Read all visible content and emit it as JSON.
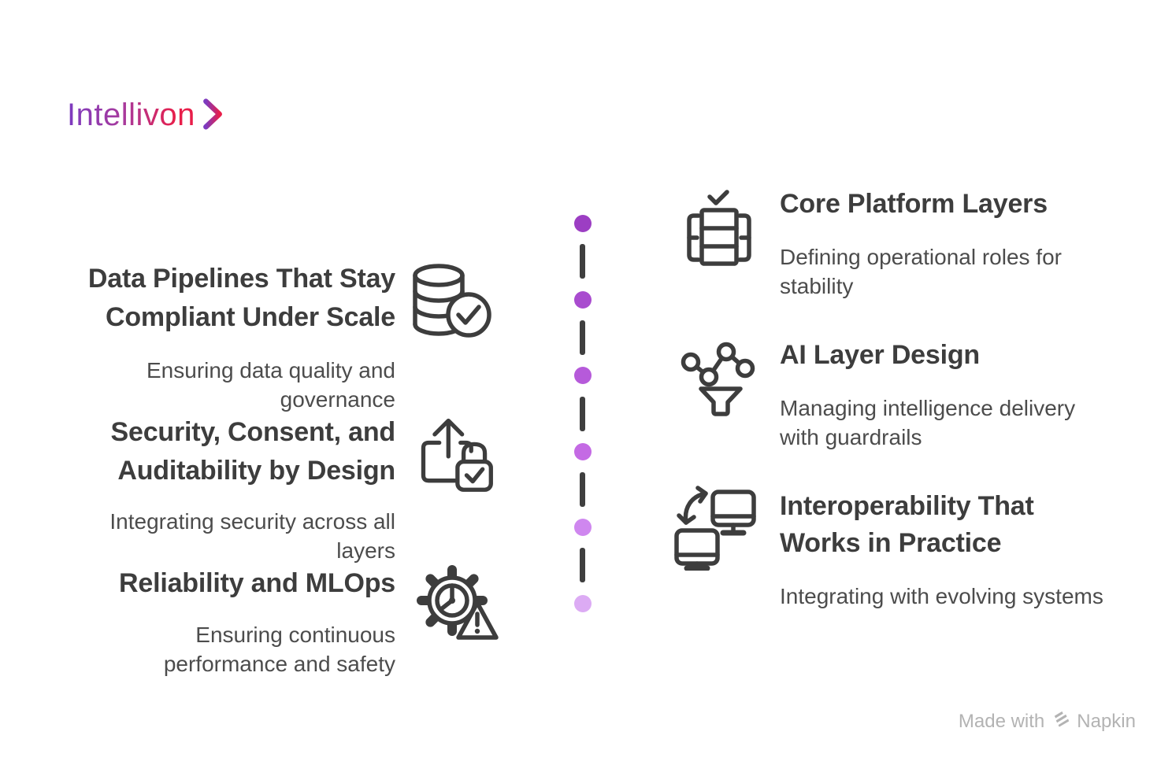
{
  "logo": {
    "text": "Intellivon"
  },
  "colors": {
    "background": "#ffffff",
    "heading": "#3d3d3d",
    "body_text": "#4c4c4c",
    "icon_stroke": "#3d3d3d",
    "dash": "#3f3f3f",
    "watermark": "#b3b3b3",
    "logo_purple": "#7c3bc0",
    "logo_magenta": "#a93a9b",
    "logo_red": "#e81e4a"
  },
  "timeline": {
    "dot_colors": [
      "#9c3ec3",
      "#a94ccf",
      "#b65ada",
      "#c46ae4",
      "#cf87ef",
      "#dcabf4"
    ]
  },
  "left_sections": [
    {
      "icon": "database-check-icon",
      "title_lines": [
        "Data Pipelines That Stay",
        "Compliant Under Scale"
      ],
      "desc_lines": [
        "Ensuring data quality and",
        "governance"
      ]
    },
    {
      "icon": "upload-lock-icon",
      "title_lines": [
        "Security, Consent, and",
        "Auditability by Design"
      ],
      "desc_lines": [
        "Integrating security across all",
        "layers"
      ]
    },
    {
      "icon": "gear-warning-icon",
      "title_lines": [
        "Reliability and MLOps"
      ],
      "desc_lines": [
        "Ensuring continuous",
        "performance and safety"
      ]
    }
  ],
  "right_sections": [
    {
      "icon": "platform-layers-icon",
      "title_lines": [
        "Core Platform Layers"
      ],
      "desc_lines": [
        "Defining operational roles for",
        "stability"
      ]
    },
    {
      "icon": "network-funnel-icon",
      "title_lines": [
        "AI Layer Design"
      ],
      "desc_lines": [
        "Managing intelligence delivery",
        "with guardrails"
      ]
    },
    {
      "icon": "monitors-swap-icon",
      "title_lines": [
        "Interoperability That",
        "Works in Practice"
      ],
      "desc_lines": [
        "Integrating with evolving systems"
      ]
    }
  ],
  "watermark": {
    "prefix": "Made with",
    "brand": "Napkin"
  }
}
